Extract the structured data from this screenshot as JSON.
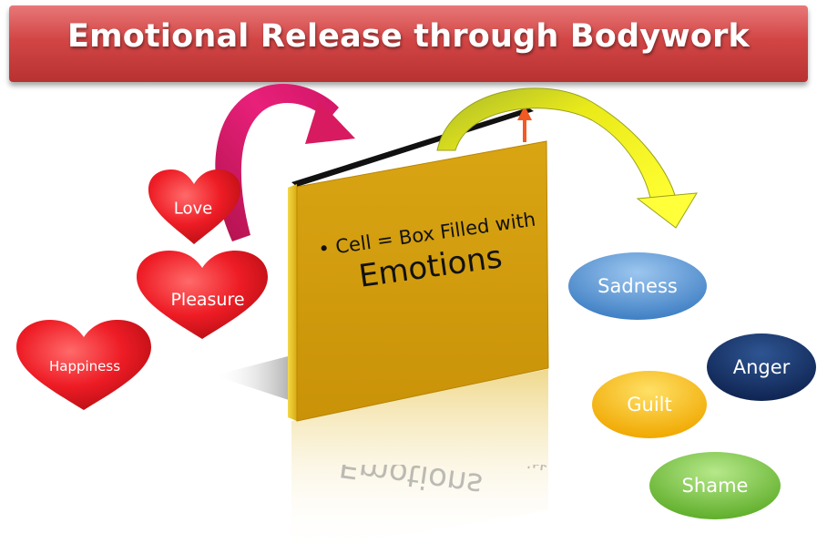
{
  "title": "Emotional Release through Bodywork",
  "center_box": {
    "bullet_line": "• Cell = Box Filled with",
    "main_word": "Emotions",
    "color": "#D4A017"
  },
  "positive_emotions": [
    {
      "label": "Love",
      "shape": "heart",
      "color": "#E8171E"
    },
    {
      "label": "Pleasure",
      "shape": "heart",
      "color": "#E8171E"
    },
    {
      "label": "Happiness",
      "shape": "heart",
      "color": "#E8171E"
    }
  ],
  "negative_emotions": [
    {
      "label": "Sadness",
      "shape": "oval",
      "color": "#5B9BD5"
    },
    {
      "label": "Anger",
      "shape": "oval",
      "color": "#1F3A6B"
    },
    {
      "label": "Guilt",
      "shape": "oval",
      "color": "#F5B800"
    },
    {
      "label": "Shame",
      "shape": "oval",
      "color": "#7DC242"
    }
  ],
  "arrows": [
    {
      "from": "positive_emotions",
      "to": "center_box",
      "color": "#D81B60"
    },
    {
      "from": "center_box",
      "to": "negative_emotions",
      "color": "#E6E600"
    }
  ]
}
